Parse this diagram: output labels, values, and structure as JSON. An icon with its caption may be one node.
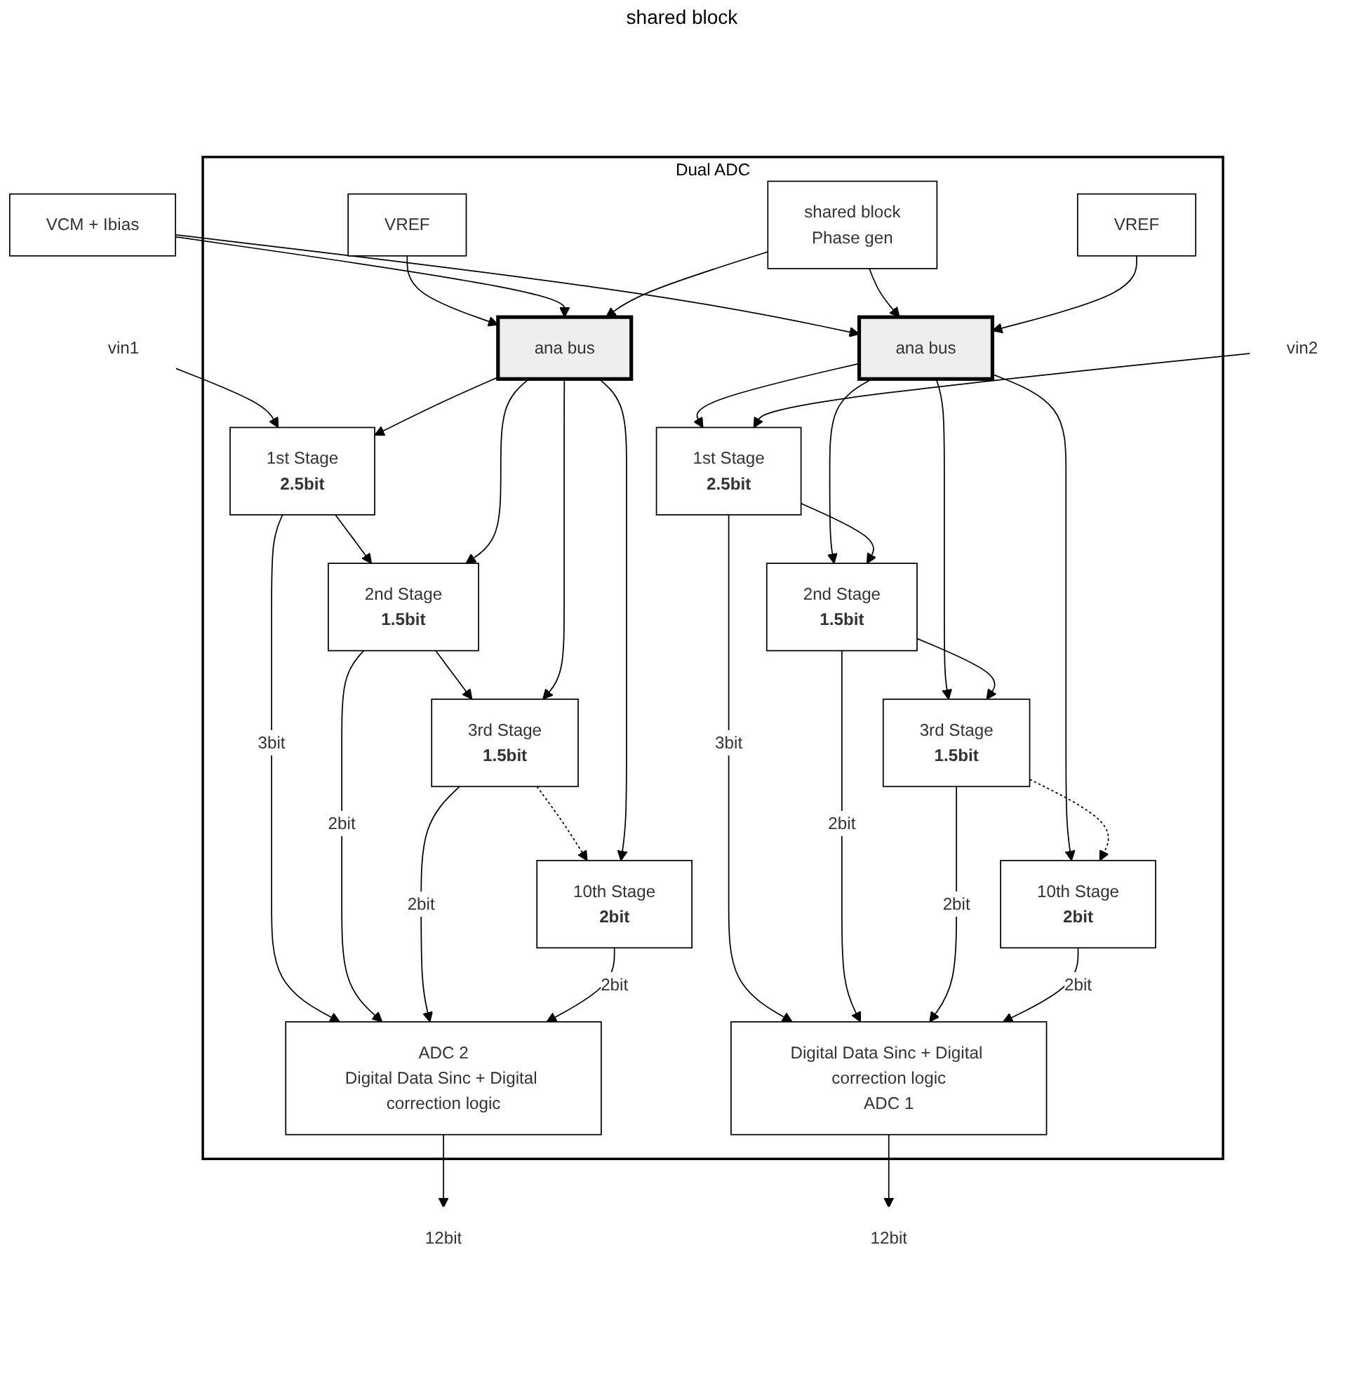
{
  "diagram": {
    "nodes": [
      {
        "text": [
          "Dual ADC"
        ]
      },
      {
        "text": [
          "ADC 2",
          "Digital Data Sinc + Digital correction logic"
        ],
        "in": 0
      },
      {
        "text": [
          "12bit"
        ]
      },
      {
        "text": [
          "vin1"
        ]
      },
      {
        "text": [
          "1st Stage",
          "2.5bit"
        ],
        "in": 0
      },
      {
        "text": [
          "2nd Stage",
          "1.5bit"
        ],
        "in": 0
      },
      {
        "text": [
          "3rd Stage",
          "1.5bit"
        ],
        "in": 0
      },
      {
        "text": [
          "10th Stage",
          "2bit"
        ],
        "in": 0
      },
      {
        "text": [
          "VREF"
        ],
        "in": 0
      },
      {
        "text": [
          "ana bus"
        ],
        "in": 0
      },
      {
        "text": [
          "shared block",
          "Phase gen"
        ],
        "in": 0
      },
      {
        "text": [
          "VCM + Ibias"
        ]
      },
      {
        "text": [
          "ana bus"
        ],
        "in": 0
      },
      {
        "text": [
          "vin2"
        ]
      },
      {
        "text": [
          "1st Stage",
          "2.5bit"
        ],
        "in": 0
      },
      {
        "text": [
          "2nd Stage",
          "1.5bit"
        ],
        "in": 0
      },
      {
        "text": [
          "3rd Stage",
          "1.5bit"
        ],
        "in": 0
      },
      {
        "text": [
          "10th Stage",
          "2bit"
        ],
        "in": 0
      },
      {
        "text": [
          "VREF"
        ],
        "in": 0
      },
      {
        "text": [
          "Digital Data Sinc + Digital correction logic",
          "ADC 1"
        ],
        "in": 0
      },
      {
        "text": [
          "12bit"
        ]
      }
    ],
    "edges": [
      {
        "from": 1,
        "to": 2,
        "arrow": "to"
      },
      {
        "from": 4,
        "to": 1,
        "arrow": "to",
        "label": "3bit"
      },
      {
        "from": 5,
        "to": 1,
        "arrow": "to",
        "label": "2bit"
      },
      {
        "from": 6,
        "to": 1,
        "arrow": "to",
        "label": "2bit"
      },
      {
        "from": 7,
        "to": 1,
        "arrow": "to",
        "label": "2bit"
      },
      {
        "from": 3,
        "to": 4,
        "arrow": "to"
      },
      {
        "from": 4,
        "to": 5,
        "arrow": "to"
      },
      {
        "from": 5,
        "to": 6,
        "arrow": "to"
      },
      {
        "from": 6,
        "to": 7,
        "arrow": "to",
        "style": "dashed"
      },
      {
        "from": 8,
        "to": 9,
        "arrow": "to"
      },
      {
        "from": 11,
        "to": 9,
        "arrow": "to"
      },
      {
        "from": 11,
        "to": 12,
        "arrow": "to"
      },
      {
        "from": 10,
        "to": 9,
        "arrow": "to"
      },
      {
        "from": 10,
        "to": 12,
        "arrow": "to"
      },
      {
        "from": 9,
        "to": 4,
        "arrow": "to"
      },
      {
        "from": 9,
        "to": 5,
        "arrow": "to"
      },
      {
        "from": 9,
        "to": 6,
        "arrow": "to"
      },
      {
        "from": 9,
        "to": 7,
        "arrow": "to"
      },
      {
        "from": 12,
        "to": 14,
        "arrow": "to"
      },
      {
        "from": 12,
        "to": 15,
        "arrow": "to"
      },
      {
        "from": 12,
        "to": 16,
        "arrow": "to"
      },
      {
        "from": 12,
        "to": 17,
        "arrow": "to"
      },
      {
        "from": 18,
        "to": 12,
        "arrow": "to"
      },
      {
        "from": 13,
        "to": 14,
        "arrow": "to"
      },
      {
        "from": 14,
        "to": 15,
        "arrow": "to"
      },
      {
        "from": 15,
        "to": 16,
        "arrow": "to"
      },
      {
        "from": 16,
        "to": 17,
        "arrow": "to",
        "style": "dashed"
      },
      {
        "from": 14,
        "to": 19,
        "arrow": "to",
        "label": "3bit"
      },
      {
        "from": 15,
        "to": 19,
        "arrow": "to",
        "label": "2bit"
      },
      {
        "from": 16,
        "to": 19,
        "arrow": "to",
        "label": "2bit"
      },
      {
        "from": 17,
        "to": 19,
        "arrow": "to",
        "label": "2bit"
      },
      {
        "from": 19,
        "to": 20,
        "arrow": "to"
      }
    ],
    "labels": [
      "shared block"
    ]
  }
}
